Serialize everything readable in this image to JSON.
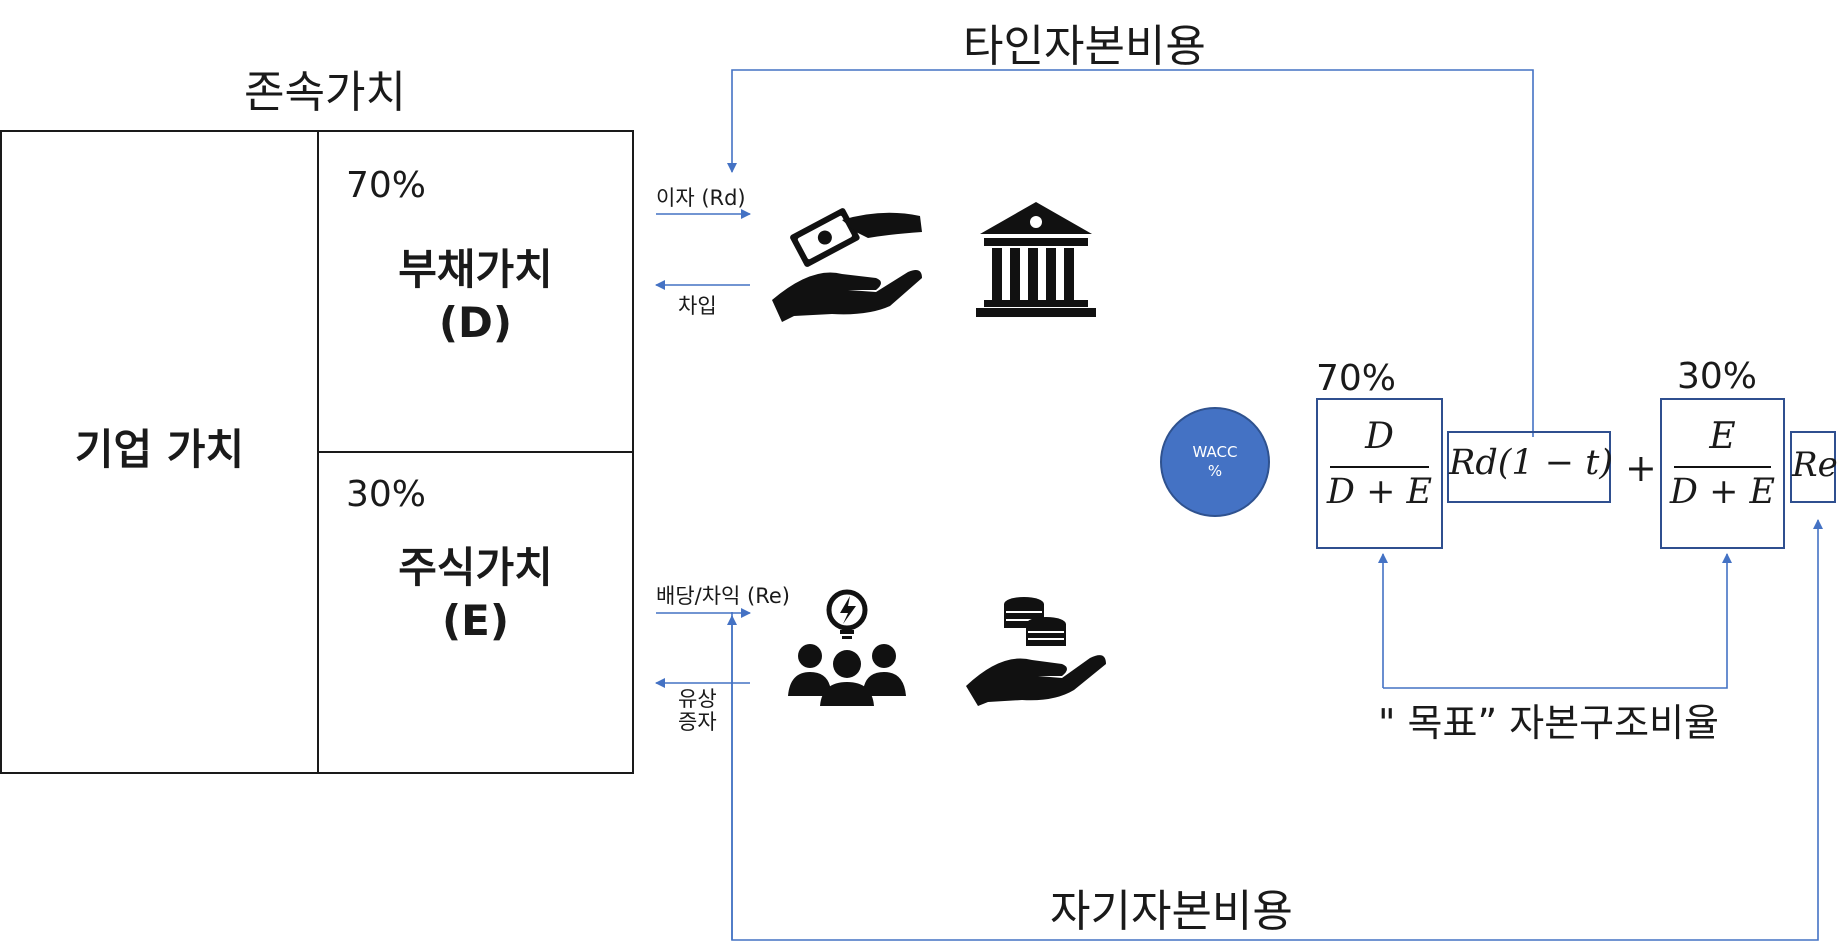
{
  "diagram": {
    "going_concern_label": "존속가치",
    "enterprise_value_label": "기업 가치",
    "debt": {
      "percent": "70%",
      "label": "부채가치",
      "symbol": "(D)"
    },
    "equity": {
      "percent": "30%",
      "label": "주식가치",
      "symbol": "(E)"
    },
    "debt_flows": {
      "out_label": "이자 (Rd)",
      "in_label": "차입"
    },
    "equity_flows": {
      "out_label": "배당/차익 (Re)",
      "in_label_line1": "유상",
      "in_label_line2": "증자"
    },
    "cost_of_debt_label": "타인자본비용",
    "cost_of_equity_label": "자기자본비용",
    "target_structure_label": "\" 목표” 자본구조비율",
    "wacc": {
      "line1": "WACC",
      "line2": "%"
    },
    "formula": {
      "debt_weight_percent": "70%",
      "equity_weight_percent": "30%",
      "debt_num": "D",
      "debt_den": "D + E",
      "cost_debt": "Rd(1 − t)",
      "plus": "+",
      "equity_num": "E",
      "equity_den": "D + E",
      "cost_equity": "Re"
    }
  },
  "colors": {
    "arrow": "#4472C4",
    "wacc_fill": "#4472C4",
    "wacc_border": "#2F528F",
    "box_border": "#2F4F8F"
  },
  "icons": [
    "money-hand-icon",
    "bank-icon",
    "team-idea-icon",
    "coins-hand-icon"
  ]
}
